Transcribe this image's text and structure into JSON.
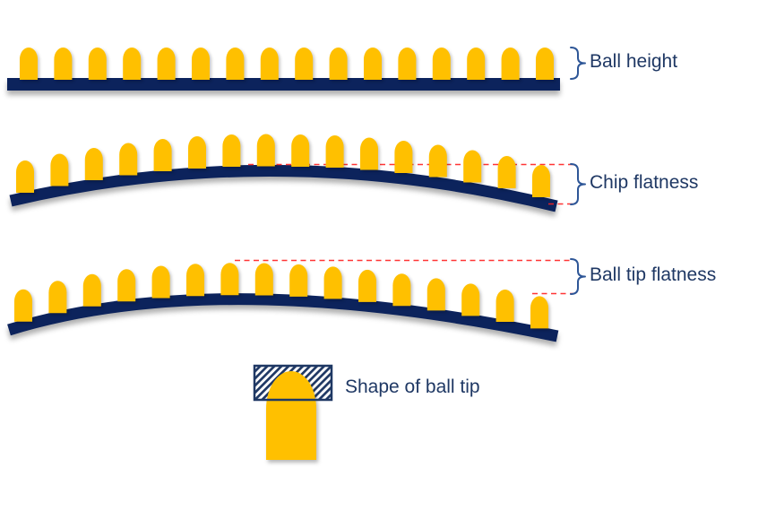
{
  "figure": {
    "background": "#FFFFFF",
    "rows": [
      {
        "id": "ball-height",
        "label": "Ball height"
      },
      {
        "id": "chip-flatness",
        "label": "Chip flatness"
      },
      {
        "id": "ball-tip-flatness",
        "label": "Ball tip flatness"
      },
      {
        "id": "shape-of-ball-tip",
        "label": "Shape of ball tip"
      }
    ],
    "balls_per_row": 16,
    "colors": {
      "ball": "#FFC000",
      "substrate": "#0C235C",
      "label_text": "#1F3864",
      "brace": "#2E5697",
      "reference_line": "#FF1F1F",
      "hatch": "#1F3864",
      "background": "#FFFFFF"
    }
  }
}
